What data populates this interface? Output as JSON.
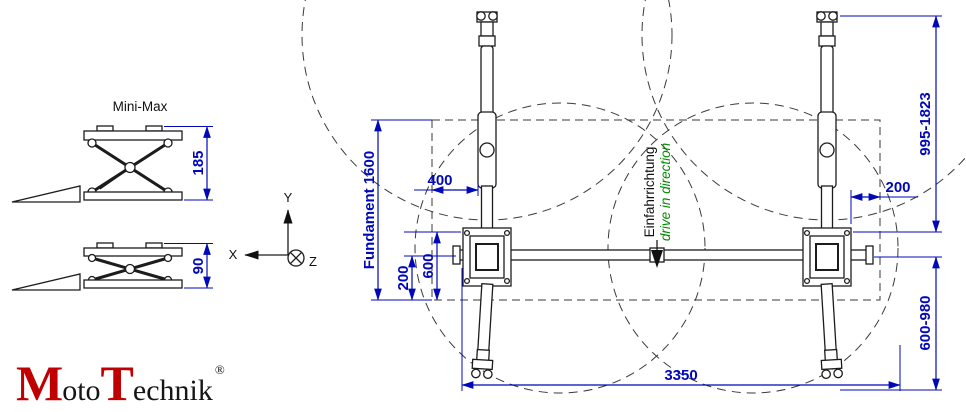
{
  "colors": {
    "dimension_blue": "#0008b8",
    "line_black": "#1c1c1c",
    "direction_green": "#008a00",
    "logo_red": "#c00000"
  },
  "side_view": {
    "title": "Mini-Max",
    "height_raised": "185",
    "height_lowered": "90"
  },
  "axes": {
    "x": "X",
    "y": "Y",
    "z": "Z"
  },
  "top_view": {
    "foundation_label": "Fundament 1600",
    "dim_400": "400",
    "dim_200_left": "200",
    "dim_600": "600",
    "dim_200_right": "200",
    "dim_lift_range": "995-1823",
    "dim_arm_range": "600-980",
    "dim_total_width": "3350",
    "direction_de": "Einfahrrichtung",
    "direction_en": "drive in direction"
  },
  "logo": {
    "m": "M",
    "oto": "oto",
    "t": "T",
    "echnik": "echnik",
    "registered": "®"
  }
}
